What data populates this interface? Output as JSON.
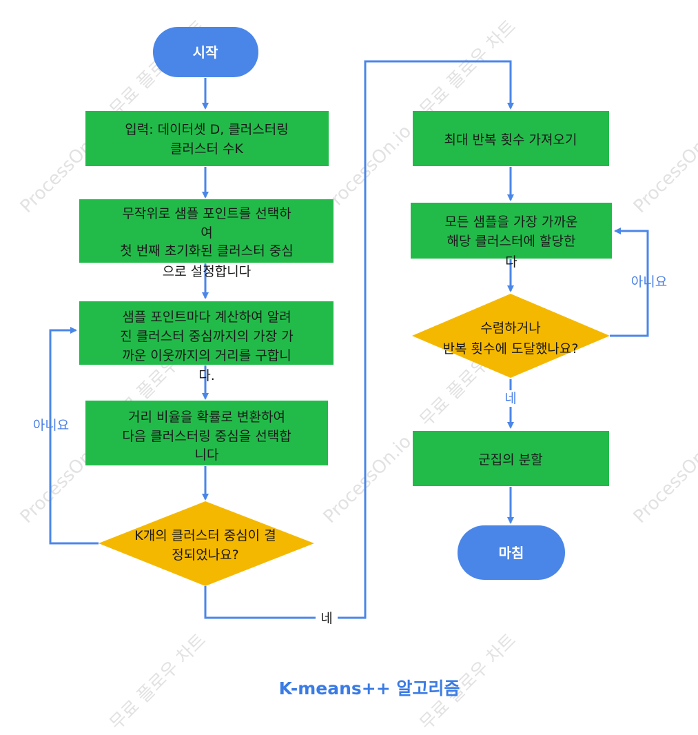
{
  "title": "K-means++ 알고리즘",
  "watermark": {
    "text1": "ProcessOn.io",
    "text2": "무료 플로우 차트"
  },
  "colors": {
    "terminal": "#4a86e8",
    "process": "#22bb4a",
    "decision": "#f5b800",
    "edge": "#4a86e8",
    "label": "#4a7fe6"
  },
  "nodes": {
    "start": {
      "lines": [
        "시작"
      ]
    },
    "input": {
      "lines": [
        "입력: 데이터셋 D, 클러스터링",
        "클러스터 수K"
      ]
    },
    "random": {
      "lines": [
        "무작위로 샘플 포인트를 선택하",
        "여",
        "첫 번째 초기화된 클러스터 중심",
        "으로 설정합니다"
      ]
    },
    "distance": {
      "lines": [
        "샘플 포인트마다 계산하여 알려",
        "진 클러스터 중심까지의 가장 가",
        "까운 이웃까지의 거리를 구합니",
        "다."
      ]
    },
    "prob": {
      "lines": [
        "거리 비율을 확률로 변환하여",
        "다음 클러스터링 중심을 선택합",
        "니다"
      ]
    },
    "decide_k": {
      "lines": [
        "K개의 클러스터 중심이 결",
        "정되었나요?"
      ]
    },
    "max_iter": {
      "lines": [
        "최대 반복 횟수 가져오기"
      ]
    },
    "assign": {
      "lines": [
        "모든 샘플을 가장 가까운",
        "해당 클러스터에 할당한",
        "다"
      ]
    },
    "converge": {
      "lines": [
        "수렴하거나",
        "반복 횟수에 도달했나요?"
      ]
    },
    "partition": {
      "lines": [
        "군집의 분할"
      ]
    },
    "end": {
      "lines": [
        "마침"
      ]
    }
  },
  "edge_labels": {
    "no_left": "아니요",
    "yes_bottom": "네",
    "no_right": "아니요",
    "yes_right": "네"
  }
}
